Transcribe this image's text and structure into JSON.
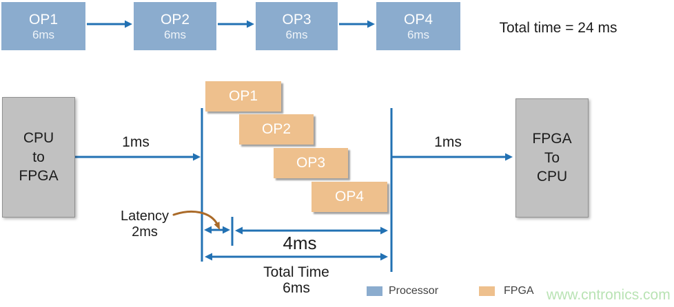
{
  "colors": {
    "box_blue": "#8bacce",
    "arrow_blue": "#2271b3",
    "box_orange": "#eec08d",
    "box_gray": "#c1c1c1",
    "gray_border": "#8f8f8f",
    "brown": "#aa6a28",
    "text_dark": "#1c1c1c",
    "legend_text": "#404040",
    "watermark_green": "#b9e3b4"
  },
  "top_pipeline": {
    "boxes": [
      {
        "label": "OP1",
        "time": "6ms"
      },
      {
        "label": "OP2",
        "time": "6ms"
      },
      {
        "label": "OP3",
        "time": "6ms"
      },
      {
        "label": "OP4",
        "time": "6ms"
      }
    ],
    "total_time": "Total time = 24 ms"
  },
  "fpga_flow": {
    "cpu_to_fpga": "CPU\nto\nFPGA",
    "fpga_to_cpu": "FPGA\nTo\nCPU",
    "in_transfer": "1ms",
    "out_transfer": "1ms",
    "ops": [
      "OP1",
      "OP2",
      "OP3",
      "OP4"
    ],
    "latency_label": "Latency",
    "latency_value": "2ms",
    "pipeline_span": "4ms",
    "total_label": "Total Time",
    "total_value": "6ms"
  },
  "legend": {
    "processor": "Processor",
    "fpga": "FPGA"
  },
  "watermark": "www.cntronics.com"
}
